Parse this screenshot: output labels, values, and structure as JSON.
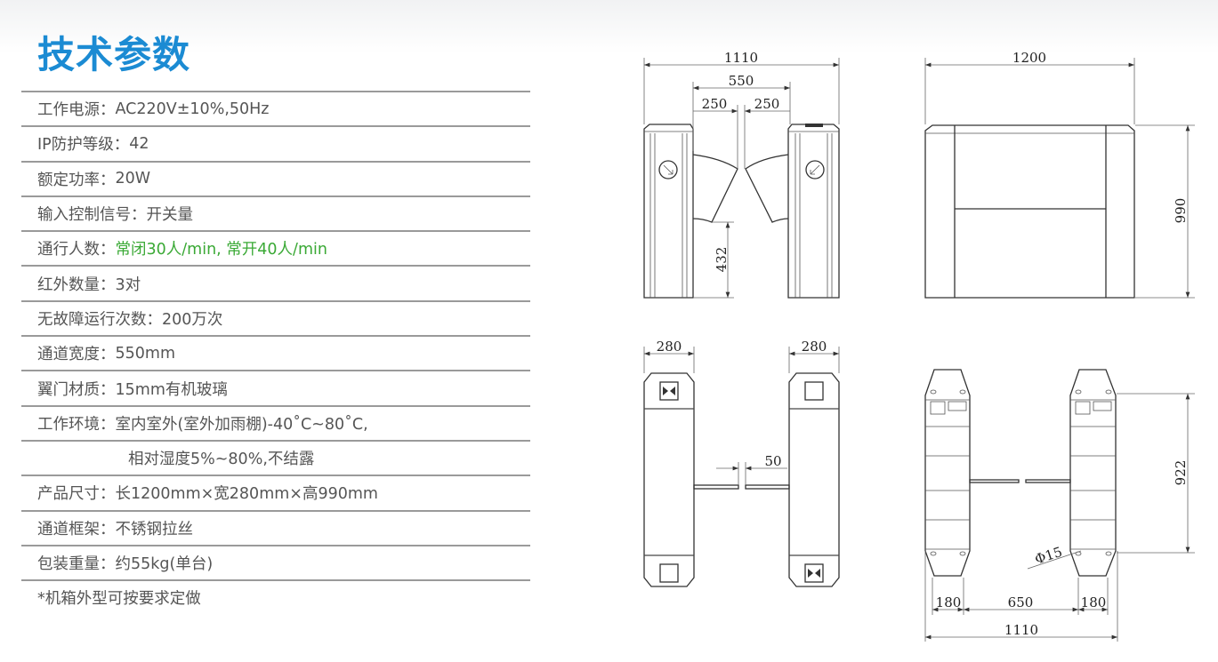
{
  "title": "技术参数",
  "specs": [
    {
      "label": "工作电源：",
      "value": "AC220V±10%,50Hz"
    },
    {
      "label": "IP防护等级：",
      "value": "42"
    },
    {
      "label": "额定功率：",
      "value": "20W"
    },
    {
      "label": "输入控制信号：",
      "value": "开关量"
    },
    {
      "label": "通行人数：",
      "value": "常闭30人/min, 常开40人/min",
      "highlight": true
    },
    {
      "label": "红外数量：",
      "value": "3对"
    },
    {
      "label": "无故障运行次数：",
      "value": "200万次"
    },
    {
      "label": "通道宽度：",
      "value": "550mm"
    },
    {
      "label": "翼门材质：",
      "value": "15mm有机玻璃"
    },
    {
      "label": "工作环境：",
      "value": "室内室外(室外加雨棚)-40˚C~80˚C,"
    },
    {
      "label": "",
      "value": "相对湿度5%~80%,不结露"
    },
    {
      "label": "产品尺寸：",
      "value": "长1200mm×宽280mm×高990mm"
    },
    {
      "label": "通道框架：",
      "value": "不锈钢拉丝"
    },
    {
      "label": "包装重量：",
      "value": "约55kg(单台)"
    }
  ],
  "note": "*机箱外型可按要求定做",
  "colors": {
    "title": "#1b8bd3",
    "highlight": "#3aa935",
    "text": "#555555"
  },
  "drawings": {
    "front": {
      "overall": "1110",
      "passage": "550",
      "wing_left": "250",
      "wing_right": "250",
      "wing_height": "432"
    },
    "side": {
      "length": "1200",
      "height": "990"
    },
    "top": {
      "width_left": "280",
      "width_right": "280",
      "gap": "50"
    },
    "plan": {
      "hole_span": "922",
      "base_left": "180",
      "center": "650",
      "base_right": "180",
      "overall": "1110",
      "hole": "Φ15"
    }
  }
}
